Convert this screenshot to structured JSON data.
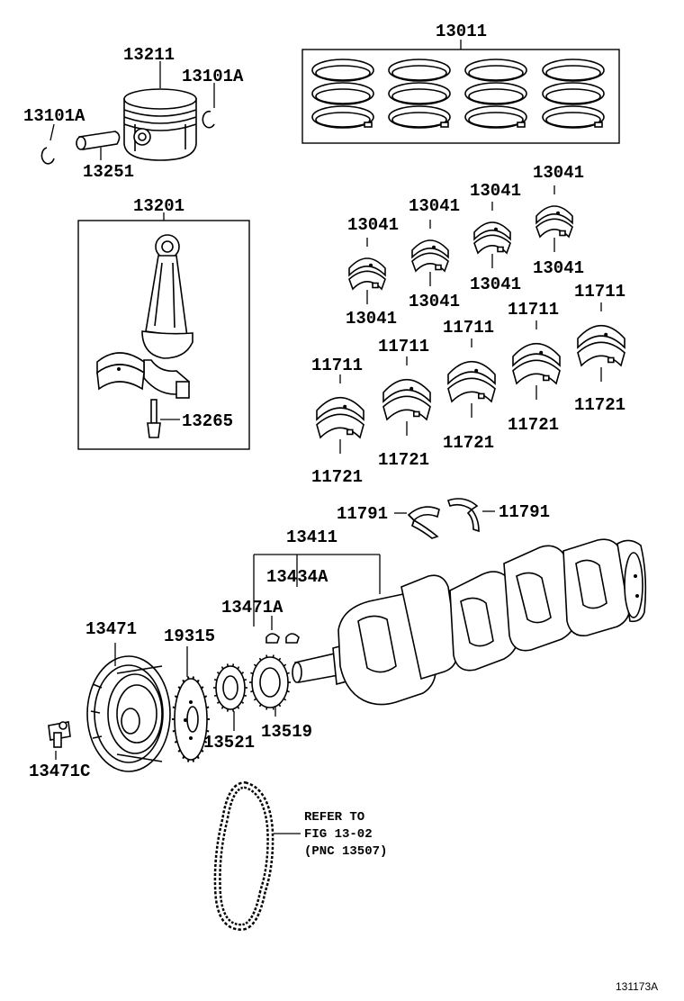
{
  "diagram": {
    "labels": {
      "piston": "13211",
      "snap_ring_right": "13101A",
      "snap_ring_left": "13101A",
      "piston_pin": "13251",
      "ring_set": "13011",
      "connecting_rod": "13201",
      "rod_bolt": "13265",
      "rod_bearing_1_top": "13041",
      "rod_bearing_1_bottom": "13041",
      "rod_bearing_2_top": "13041",
      "rod_bearing_2_bottom": "13041",
      "rod_bearing_3_top": "13041",
      "rod_bearing_3_bottom": "13041",
      "rod_bearing_4_top": "13041",
      "rod_bearing_4_bottom": "13041",
      "main_bearing_1_top": "11711",
      "main_bearing_1_bottom": "11721",
      "main_bearing_2_top": "11711",
      "main_bearing_2_bottom": "11721",
      "main_bearing_3_top": "11711",
      "main_bearing_3_bottom": "11721",
      "main_bearing_4_top": "11711",
      "main_bearing_4_bottom": "11721",
      "main_bearing_5_top": "11711",
      "main_bearing_5_bottom": "11721",
      "thrust_washer_left": "11791",
      "thrust_washer_right": "11791",
      "crankshaft": "13411",
      "key_a": "13434A",
      "key_b": "13471A",
      "pulley": "13471",
      "pulley_bolt": "13471C",
      "signal_plate": "19315",
      "gear_a": "13521",
      "gear_b": "13519"
    },
    "refer_note": [
      "REFER TO",
      "FIG 13-02",
      "(PNC 13507)"
    ],
    "figure_code": "131173A"
  }
}
